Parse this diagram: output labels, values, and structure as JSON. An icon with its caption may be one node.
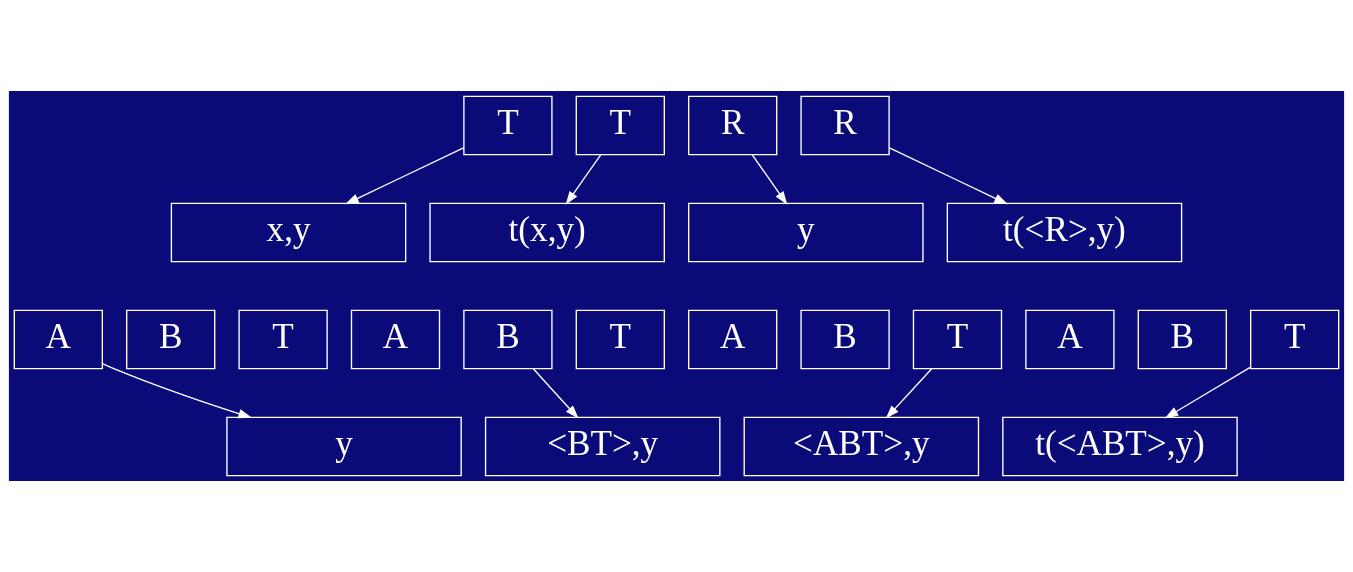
{
  "diagram": {
    "nodes": [
      {
        "text": [
          "T"
        ]
      },
      {
        "text": [
          "T"
        ]
      },
      {
        "text": [
          "R"
        ]
      },
      {
        "text": [
          "R"
        ]
      },
      {
        "text": [
          "x,y"
        ]
      },
      {
        "text": [
          "t(x,y)"
        ]
      },
      {
        "text": [
          "y"
        ]
      },
      {
        "text": [
          "t(<R>,y)"
        ]
      },
      {
        "text": [
          "A"
        ]
      },
      {
        "text": [
          "B"
        ]
      },
      {
        "text": [
          "T"
        ]
      },
      {
        "text": [
          "A"
        ]
      },
      {
        "text": [
          "B"
        ]
      },
      {
        "text": [
          "T"
        ]
      },
      {
        "text": [
          "A"
        ]
      },
      {
        "text": [
          "B"
        ]
      },
      {
        "text": [
          "T"
        ]
      },
      {
        "text": [
          "A"
        ]
      },
      {
        "text": [
          "B"
        ]
      },
      {
        "text": [
          "T"
        ]
      },
      {
        "text": [
          "y"
        ]
      },
      {
        "text": [
          "<BT>,y"
        ]
      },
      {
        "text": [
          "<ABT>,y"
        ]
      },
      {
        "text": [
          "t(<ABT>,y)"
        ]
      }
    ],
    "edges": [
      {
        "from": 0,
        "to": 4,
        "arrow": "to"
      },
      {
        "from": 1,
        "to": 5,
        "arrow": "to"
      },
      {
        "from": 2,
        "to": 6,
        "arrow": "to"
      },
      {
        "from": 3,
        "to": 7,
        "arrow": "to"
      },
      {
        "from": 8,
        "to": 20,
        "arrow": "to"
      },
      {
        "from": 12,
        "to": 21,
        "arrow": "to"
      },
      {
        "from": 16,
        "to": 22,
        "arrow": "to"
      },
      {
        "from": 19,
        "to": 23,
        "arrow": "to"
      }
    ]
  }
}
